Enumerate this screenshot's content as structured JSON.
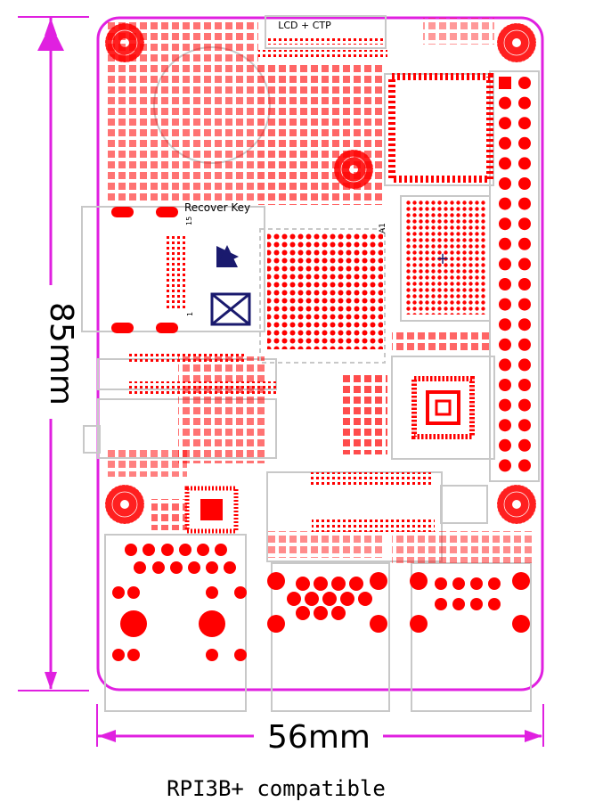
{
  "dimensions": {
    "height_label": "85mm",
    "width_label": "56mm"
  },
  "pcb_labels": {
    "lcd_ctp": "LCD + CTP",
    "recover_key": "Recover Key",
    "pin_15": "15",
    "pin_1": "1",
    "a1": "A1"
  },
  "caption": "RPI3B+ compatible",
  "colors": {
    "outline": "#e020e0",
    "pad": "#ff0000",
    "silk": "#c8c8c8",
    "dark": "#1a1a6e"
  }
}
